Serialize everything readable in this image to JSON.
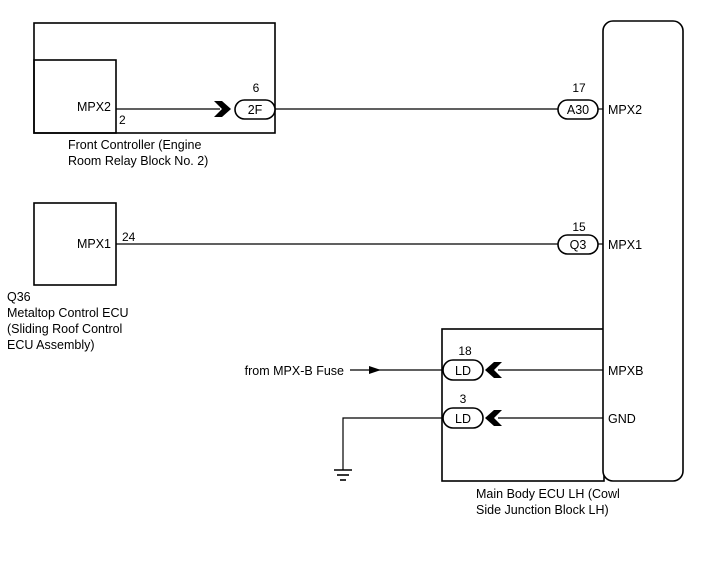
{
  "front_controller": {
    "terminal": "MPX2",
    "pin": "2",
    "caption_line1": "Front Controller (Engine",
    "caption_line2": "Room Relay Block No. 2)"
  },
  "metaltop_ecu": {
    "terminal": "MPX1",
    "pin": "24",
    "caption_line1": "Q36",
    "caption_line2": "Metaltop Control ECU",
    "caption_line3": "(Sliding Roof Control",
    "caption_line4": "ECU Assembly)"
  },
  "main_body_ecu": {
    "terminals": {
      "mpx2": "MPX2",
      "mpx1": "MPX1",
      "mpxb": "MPXB",
      "gnd": "GND"
    },
    "caption_line1": "Main Body ECU LH (Cowl",
    "caption_line2": "Side Junction Block LH)"
  },
  "connectors": {
    "c2f": {
      "name": "2F",
      "pin": "6"
    },
    "a30": {
      "name": "A30",
      "pin": "17"
    },
    "q3": {
      "name": "Q3",
      "pin": "15"
    },
    "ld_mpxb": {
      "name": "LD",
      "pin": "18"
    },
    "ld_gnd": {
      "name": "LD",
      "pin": "3"
    }
  },
  "fuse_label": "from MPX-B Fuse"
}
